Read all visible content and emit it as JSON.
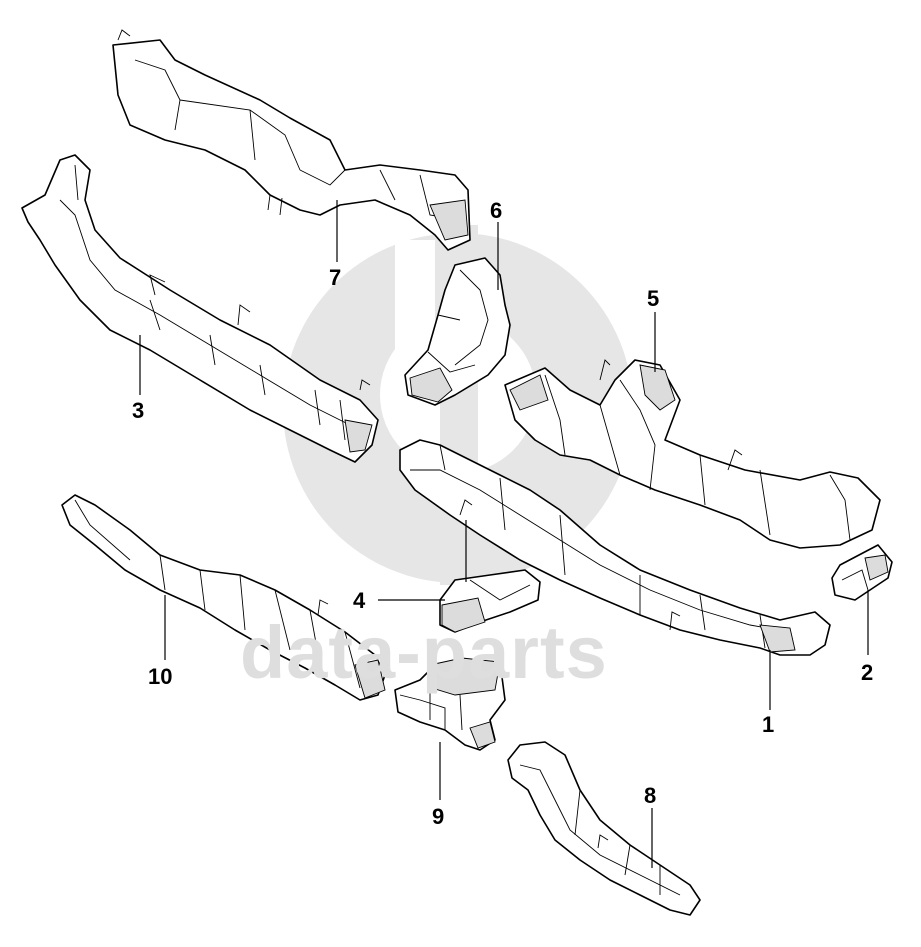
{
  "watermark": {
    "text": "data-parts",
    "color": "#dedede"
  },
  "callouts": [
    {
      "id": "1",
      "label": "1"
    },
    {
      "id": "2",
      "label": "2"
    },
    {
      "id": "3",
      "label": "3"
    },
    {
      "id": "4",
      "label": "4"
    },
    {
      "id": "5",
      "label": "5"
    },
    {
      "id": "6",
      "label": "6"
    },
    {
      "id": "7",
      "label": "7"
    },
    {
      "id": "8",
      "label": "8"
    },
    {
      "id": "9",
      "label": "9"
    },
    {
      "id": "10",
      "label": "10"
    }
  ],
  "colors": {
    "line": "#000000",
    "background": "#ffffff",
    "watermark_logo": "#e6e6e6"
  }
}
